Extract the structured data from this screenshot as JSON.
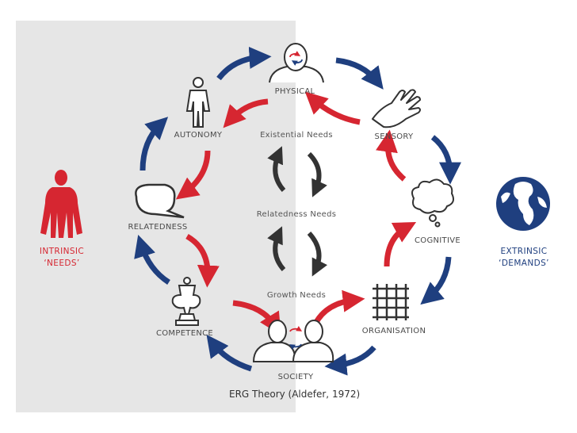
{
  "colors": {
    "red": "#d62631",
    "blue": "#1f3f7f",
    "dark": "#333333",
    "panel": "#e6e6e6"
  },
  "icons": [
    "human-figure-icon",
    "human-figure-icon",
    "hand-icon",
    "speech-bubble-icon",
    "thought-cloud-icon",
    "trophy-icon",
    "grid-icon",
    "two-people-icon",
    "globe-icon",
    "person-icon"
  ],
  "labels": {
    "physical": "PHYSICAL",
    "autonomy": "AUTONOMY",
    "sensory": "SENSORY",
    "relatedness": "RELATEDNESS",
    "cognitive": "COGNITIVE",
    "competence": "COMPETENCE",
    "organisation": "ORGANISATION",
    "society": "SOCIETY",
    "existential_needs": "Existential Needs",
    "relatedness_needs": "Relatedness Needs",
    "growth_needs": "Growth Needs"
  },
  "intrinsic": {
    "line1": "INTRINSIC",
    "line2": "‘NEEDS’"
  },
  "extrinsic": {
    "line1": "EXTRINSIC",
    "line2": "‘DEMANDS’"
  },
  "caption": "ERG Theory (Aldefer, 1972)"
}
